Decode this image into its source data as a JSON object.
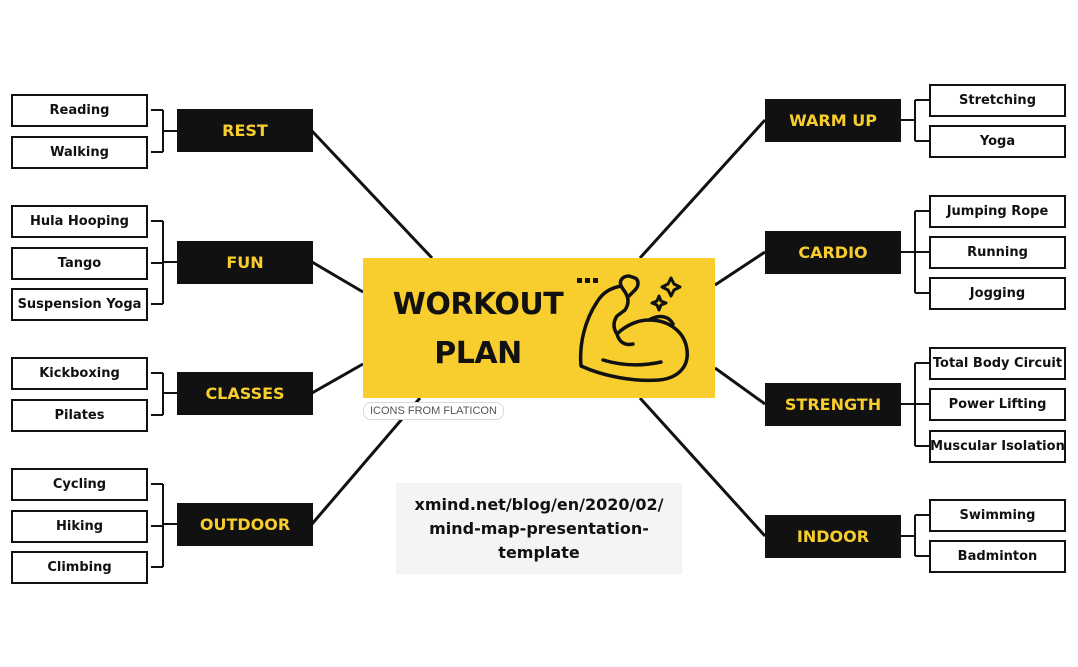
{
  "central": {
    "title_line1": "WORKOUT",
    "title_line2": "PLAN",
    "icon": "flexed-bicep-icon",
    "bg_color": "#f8cd2e"
  },
  "credit": "ICONS FROM FLATICON",
  "url_note": "xmind.net/blog/en/2020/02/ mind-map-presentation- template",
  "colors": {
    "category_bg": "#111111",
    "category_text": "#f8cd2e",
    "line": "#111111"
  },
  "left_branches": [
    {
      "label": "REST",
      "items": [
        "Reading",
        "Walking"
      ]
    },
    {
      "label": "FUN",
      "items": [
        "Hula Hooping",
        "Tango",
        "Suspension Yoga"
      ]
    },
    {
      "label": "CLASSES",
      "items": [
        "Kickboxing",
        "Pilates"
      ]
    },
    {
      "label": "OUTDOOR",
      "items": [
        "Cycling",
        "Hiking",
        "Climbing"
      ]
    }
  ],
  "right_branches": [
    {
      "label": "WARM UP",
      "items": [
        "Stretching",
        "Yoga"
      ]
    },
    {
      "label": "CARDIO",
      "items": [
        "Jumping Rope",
        "Running",
        "Jogging"
      ]
    },
    {
      "label": "STRENGTH",
      "items": [
        "Total Body Circuit",
        "Power Lifting",
        "Muscular Isolation"
      ]
    },
    {
      "label": "INDOOR",
      "items": [
        "Swimming",
        "Badminton"
      ]
    }
  ]
}
